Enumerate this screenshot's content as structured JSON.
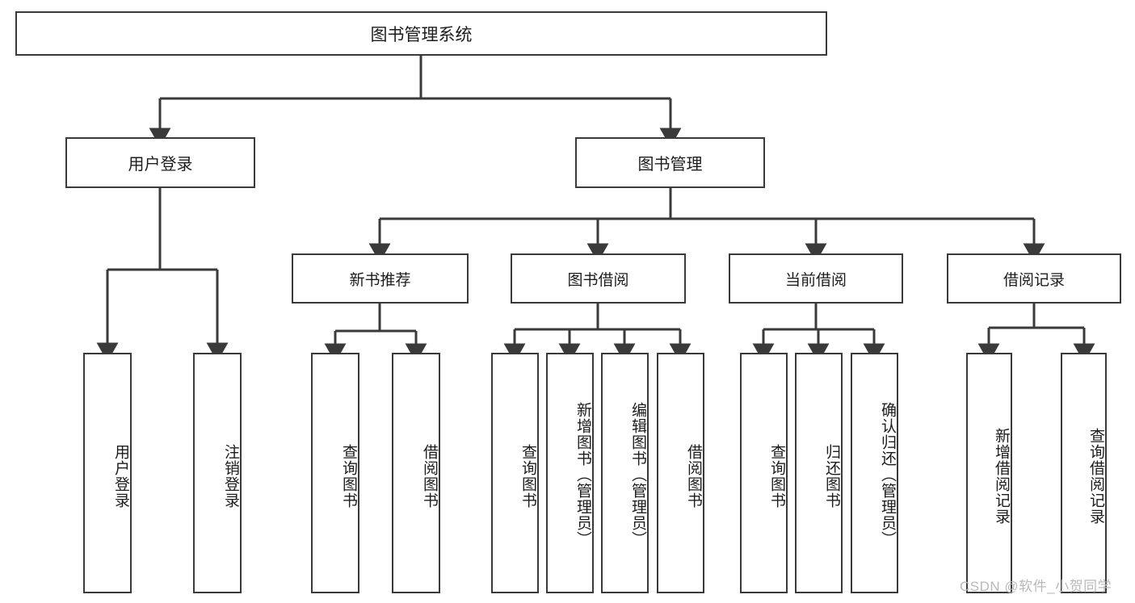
{
  "diagram": {
    "title": "图书管理系统",
    "type": "hierarchy-tree",
    "root": {
      "label": "图书管理系统"
    },
    "level1": [
      {
        "label": "用户登录"
      },
      {
        "label": "图书管理"
      }
    ],
    "level2": [
      {
        "label": "新书推荐"
      },
      {
        "label": "图书借阅"
      },
      {
        "label": "当前借阅"
      },
      {
        "label": "借阅记录"
      }
    ],
    "leaves": {
      "user_login": [
        {
          "label": "用户登录"
        },
        {
          "label": "注销登录"
        }
      ],
      "new_book_recommend": [
        {
          "label": "查询图书"
        },
        {
          "label": "借阅图书"
        }
      ],
      "book_borrow": [
        {
          "label": "查询图书"
        },
        {
          "label": "新增图书（管理员）"
        },
        {
          "label": "编辑图书（管理员）"
        },
        {
          "label": "借阅图书"
        }
      ],
      "current_borrow": [
        {
          "label": "查询图书"
        },
        {
          "label": "归还图书"
        },
        {
          "label": "确认归还（管理员）"
        }
      ],
      "borrow_record": [
        {
          "label": "新增借阅记录"
        },
        {
          "label": "查询借阅记录"
        }
      ]
    }
  },
  "watermark": {
    "text": "CSDN @软件_小贺同学"
  },
  "colors": {
    "border": "#3a3a3a",
    "text": "#1c1c1c",
    "background": "#ffffff",
    "watermark": "#b9b9b9"
  }
}
